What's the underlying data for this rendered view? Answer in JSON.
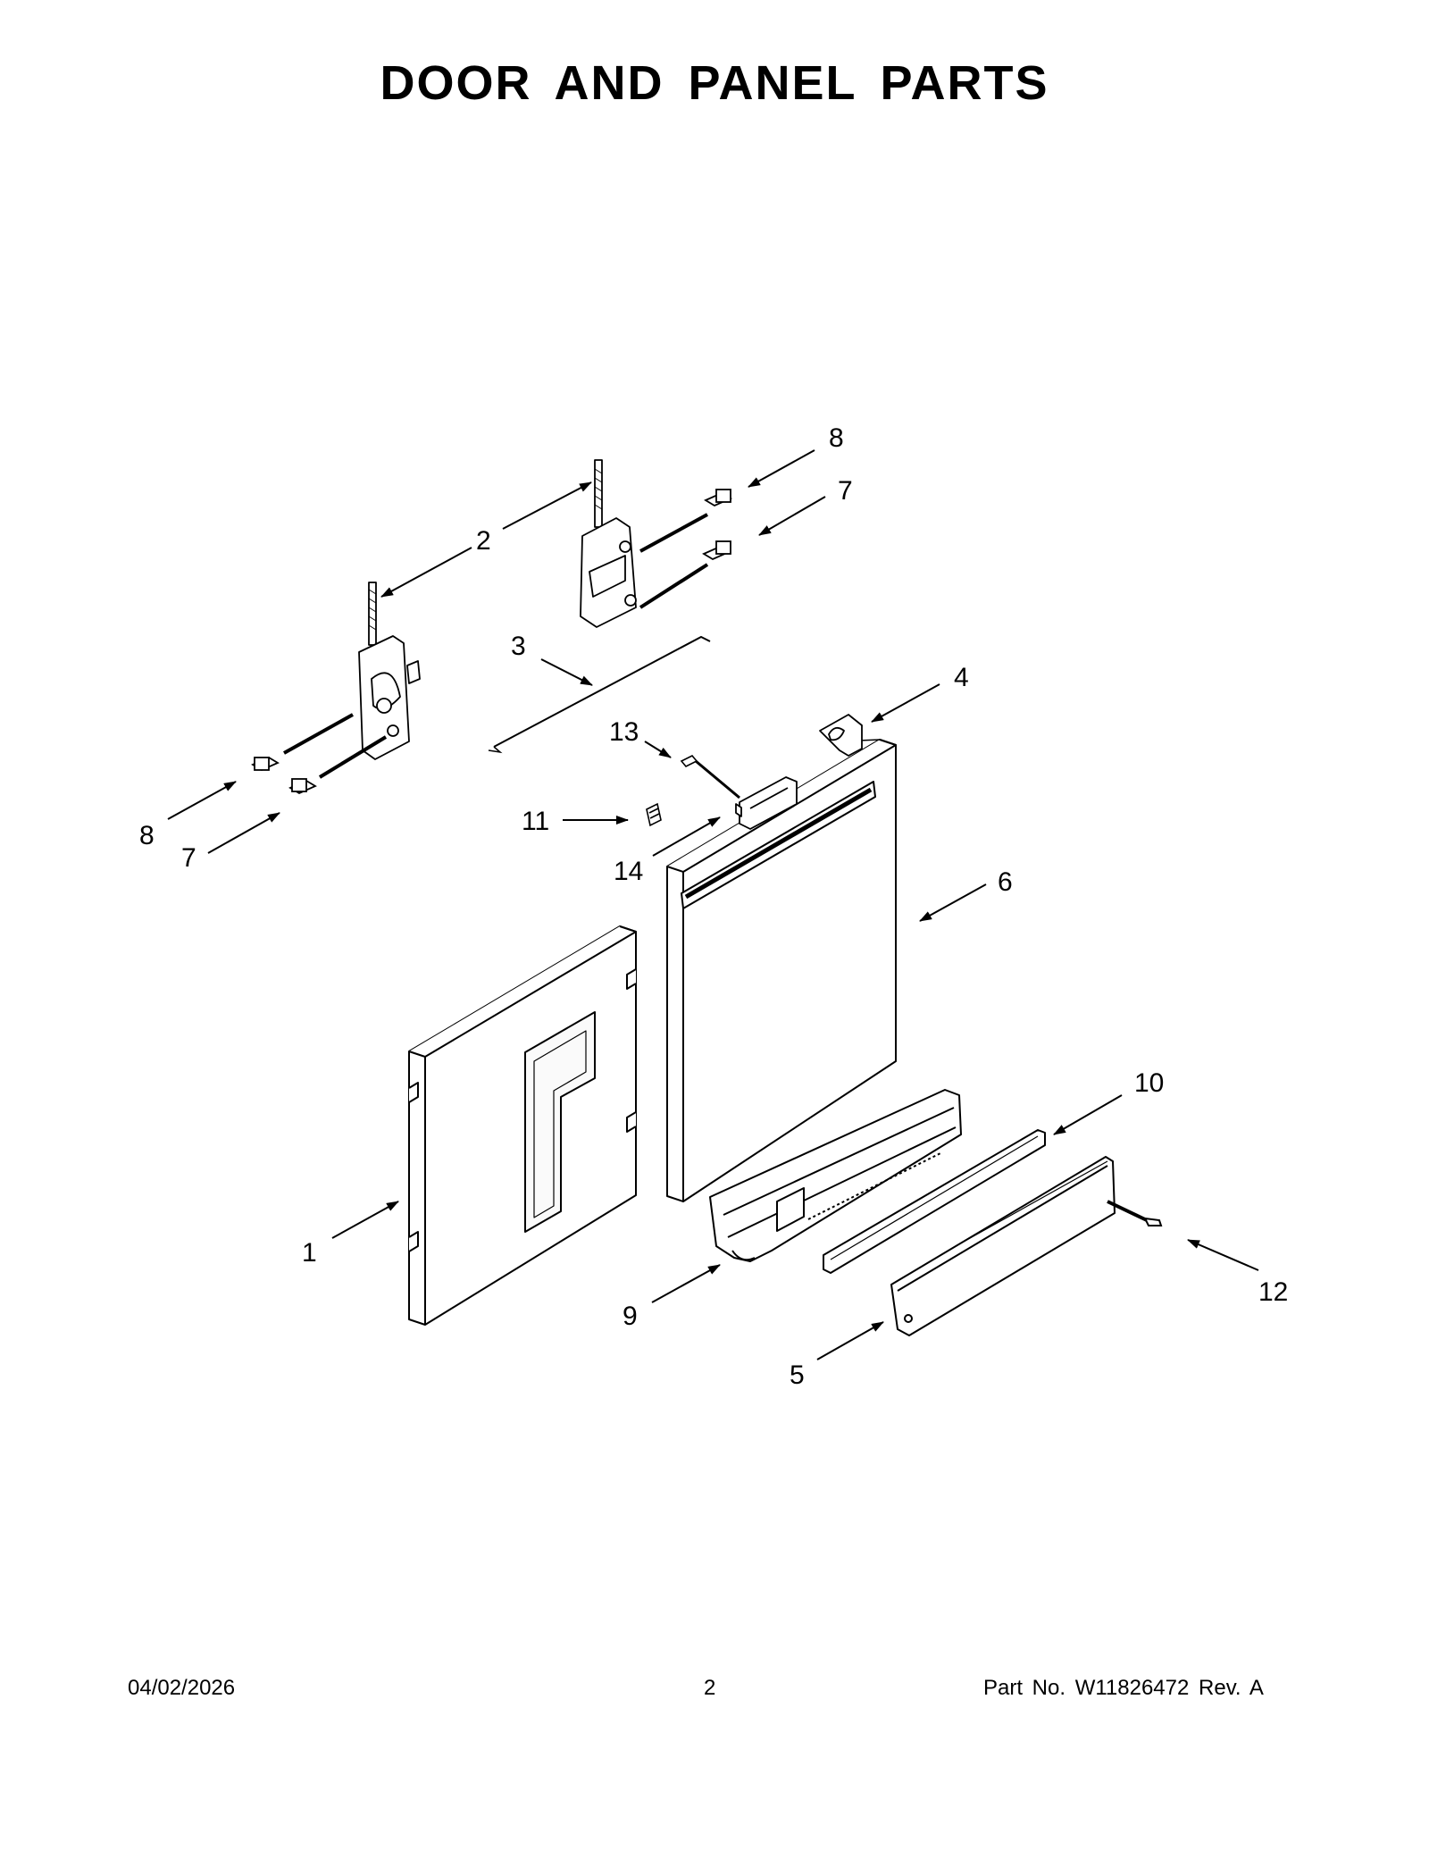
{
  "page": {
    "title": "DOOR AND PANEL PARTS"
  },
  "callouts": [
    {
      "id": "c1",
      "label": "1"
    },
    {
      "id": "c2",
      "label": "2"
    },
    {
      "id": "c3",
      "label": "3"
    },
    {
      "id": "c4",
      "label": "4"
    },
    {
      "id": "c5",
      "label": "5"
    },
    {
      "id": "c6",
      "label": "6"
    },
    {
      "id": "c7a",
      "label": "7"
    },
    {
      "id": "c7b",
      "label": "7"
    },
    {
      "id": "c8a",
      "label": "8"
    },
    {
      "id": "c8b",
      "label": "8"
    },
    {
      "id": "c9",
      "label": "9"
    },
    {
      "id": "c10",
      "label": "10"
    },
    {
      "id": "c11",
      "label": "11"
    },
    {
      "id": "c12",
      "label": "12"
    },
    {
      "id": "c13",
      "label": "13"
    },
    {
      "id": "c14",
      "label": "14"
    }
  ],
  "footer": {
    "date": "04/02/2026",
    "page_number": "2",
    "part_number": "Part No.  W11826472   Rev.  A"
  }
}
